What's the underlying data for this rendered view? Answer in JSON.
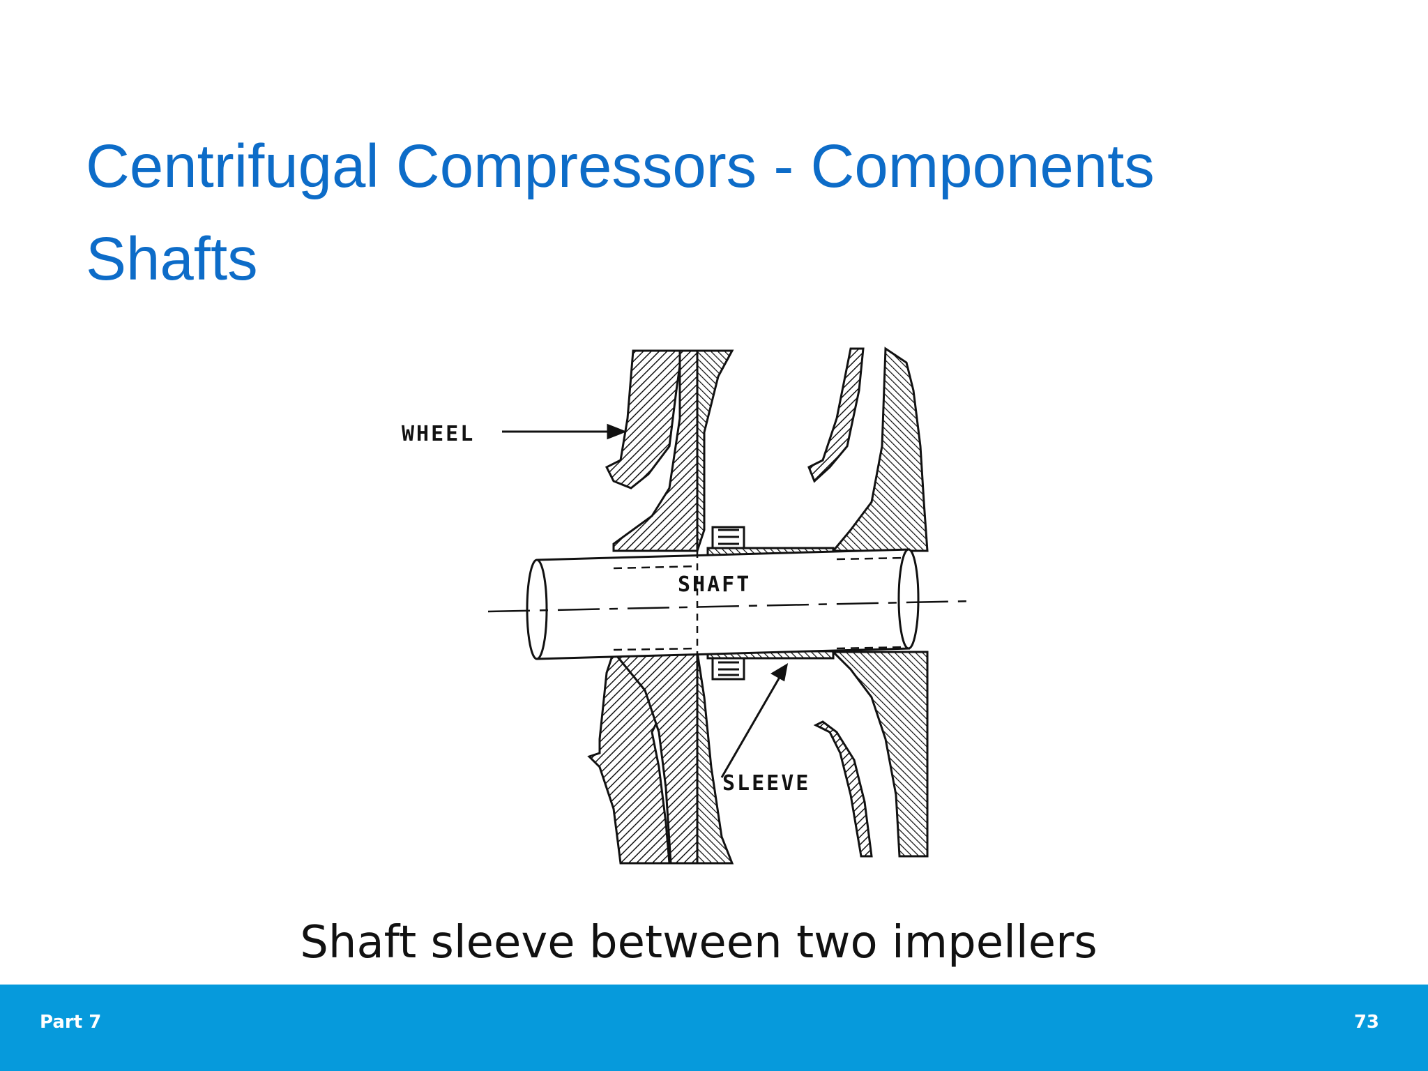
{
  "slide": {
    "title_line1": "Centrifugal Compressors - Components",
    "title_line2": "Shafts",
    "caption": "Shaft sleeve between two impellers"
  },
  "diagram": {
    "labels": {
      "wheel": "WHEEL",
      "shaft": "SHAFT",
      "sleeve": "SLEEVE"
    }
  },
  "footer": {
    "section": "Part 7",
    "page_number": "73"
  },
  "colors": {
    "title": "#0d6cc8",
    "footer_bar": "#069adc",
    "footer_text": "#ffffff"
  }
}
